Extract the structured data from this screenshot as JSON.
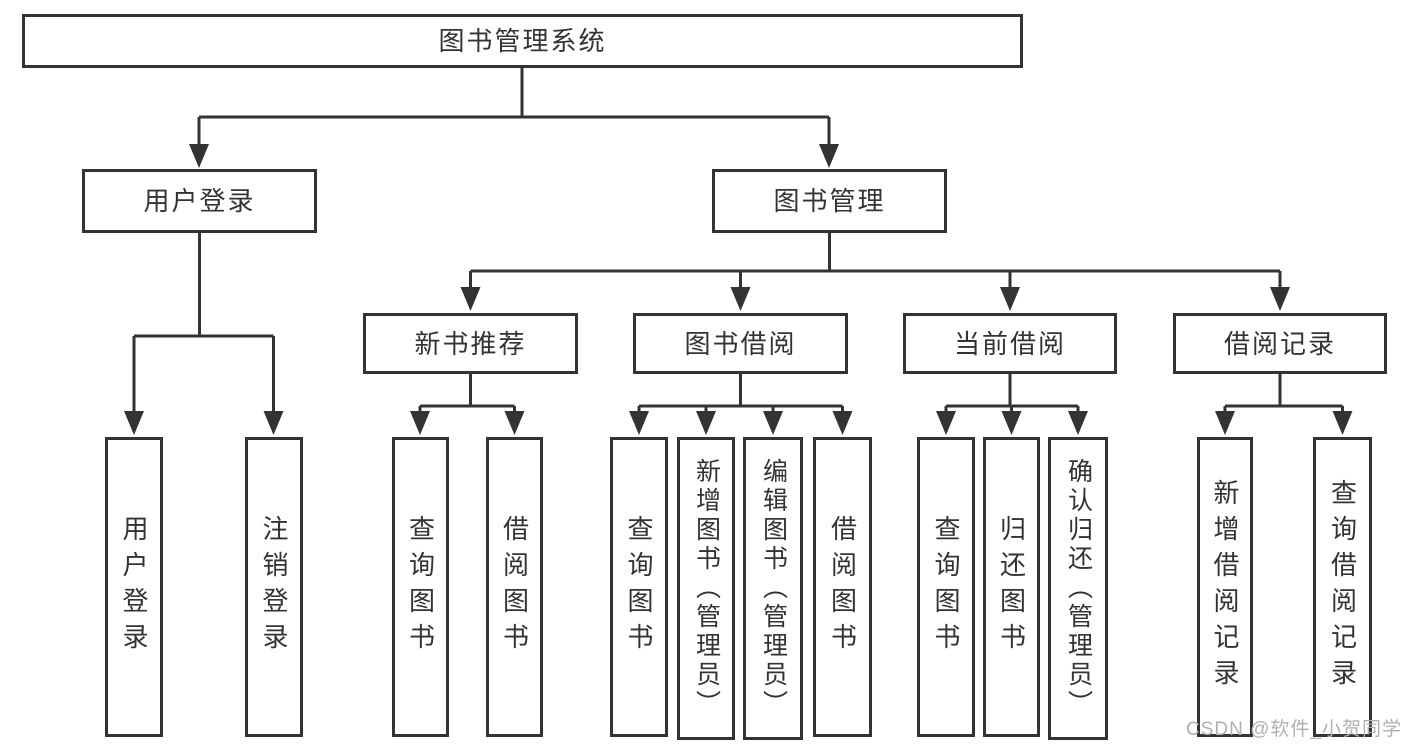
{
  "tree": {
    "root": "图书管理系统",
    "children": [
      {
        "label": "用户登录",
        "children": [
          "用户登录",
          "注销登录"
        ]
      },
      {
        "label": "图书管理",
        "children": [
          {
            "label": "新书推荐",
            "children": [
              "查询图书",
              "借阅图书"
            ]
          },
          {
            "label": "图书借阅",
            "children": [
              "查询图书",
              "新增图书（管理员）",
              "编辑图书（管理员）",
              "借阅图书"
            ]
          },
          {
            "label": "当前借阅",
            "children": [
              "查询图书",
              "归还图书",
              "确认归还（管理员）"
            ]
          },
          {
            "label": "借阅记录",
            "children": [
              "新增借阅记录",
              "查询借阅记录"
            ]
          }
        ]
      }
    ]
  },
  "watermark": {
    "text": "CSDN @软件_小贺同学"
  },
  "colors": {
    "line": "#333333",
    "text": "#333333",
    "box_background": "#ffffff",
    "watermark": "#b0b0b0"
  }
}
